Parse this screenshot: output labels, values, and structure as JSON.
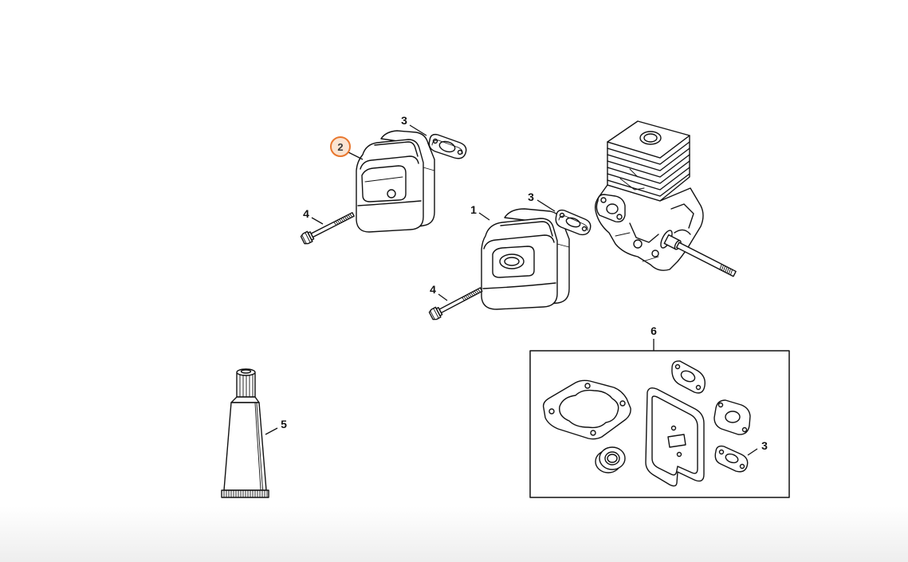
{
  "diagram": {
    "callouts": [
      {
        "label": "2",
        "selected": true
      },
      {
        "label": "3",
        "selected": false
      },
      {
        "label": "4",
        "selected": false
      },
      {
        "label": "1",
        "selected": false
      },
      {
        "label": "3",
        "selected": false
      },
      {
        "label": "4",
        "selected": false
      },
      {
        "label": "6",
        "selected": false
      },
      {
        "label": "3",
        "selected": false
      },
      {
        "label": "5",
        "selected": false
      }
    ]
  },
  "colors": {
    "selected_callout_ring": "#e8772e",
    "selected_callout_fill": "#fbe4d2",
    "line_art": "#111111",
    "background": "#ffffff"
  }
}
